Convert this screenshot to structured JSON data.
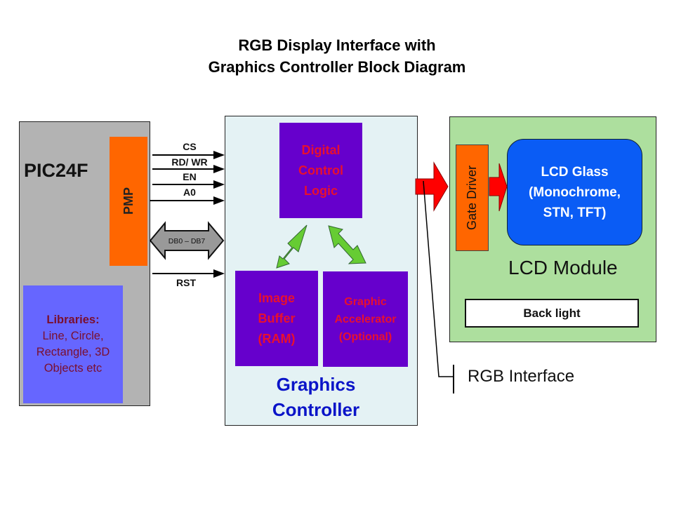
{
  "title": {
    "line1": "RGB Display Interface with",
    "line2": "Graphics Controller Block Diagram"
  },
  "pic": {
    "label": "PIC24F",
    "pmp_label": "PMP",
    "libraries": {
      "heading": "Libraries:",
      "lines": [
        "Line, Circle,",
        "Rectangle, 3D",
        "Objects etc"
      ]
    }
  },
  "signals": {
    "cs": "CS",
    "rd_wr": "RD/ WR",
    "en": "EN",
    "a0": "A0",
    "data_bus": "DB0 – DB7",
    "rst": "RST"
  },
  "graphics_controller": {
    "digital_control_logic": [
      "Digital",
      "Control",
      "Logic"
    ],
    "image_buffer": [
      "Image",
      "Buffer",
      "(RAM)"
    ],
    "graphic_accelerator": [
      "Graphic",
      "Accelerator",
      "(Optional)"
    ],
    "label_line1": "Graphics",
    "label_line2": "Controller"
  },
  "lcd_module": {
    "gate_driver": "Gate Driver",
    "lcd_glass": [
      "LCD Glass",
      "(Monochrome,",
      "STN, TFT)"
    ],
    "label": "LCD Module",
    "back_light": "Back light"
  },
  "rgb_interface_label": "RGB Interface",
  "colors": {
    "pic_bg": "#b3b3b3",
    "pmp": "#ff6600",
    "libraries_bg": "#6666ff",
    "controller_bg": "#e4f2f4",
    "purple_block": "#6600cc",
    "purple_text": "#e8102f",
    "green_arrow": "#66cc33",
    "red_arrow": "#ff0000",
    "lcd_module_bg": "#addf9e",
    "lcd_glass": "#0a5cf5",
    "controller_label": "#0a14c8"
  }
}
